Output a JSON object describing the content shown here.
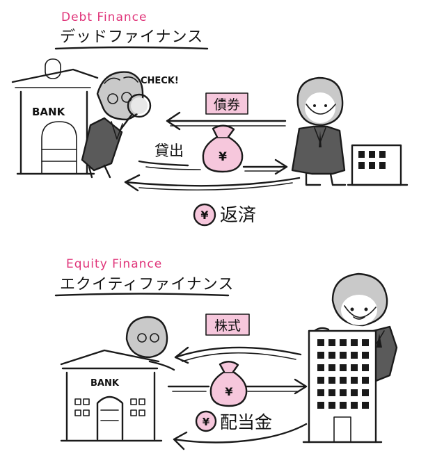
{
  "debt": {
    "title_en": "Debt Finance",
    "title_jp": "デッドファイナンス",
    "bank_label": "BANK",
    "check_text": "CHECK!",
    "bond_label": "債券",
    "loan_label": "貸出",
    "yen_symbol": "¥",
    "repay_label": "返済"
  },
  "equity": {
    "title_en": "Equity Finance",
    "title_jp": "エクイティファイナンス",
    "bank_label": "BANK",
    "stock_label": "株式",
    "yen_symbol": "¥",
    "dividend_label": "配当金"
  },
  "colors": {
    "accent_pink": "#e0357a",
    "highlight_pink": "#f6c7dc",
    "ink": "#1a1a1a",
    "suit_gray": "#5a5a5a"
  }
}
